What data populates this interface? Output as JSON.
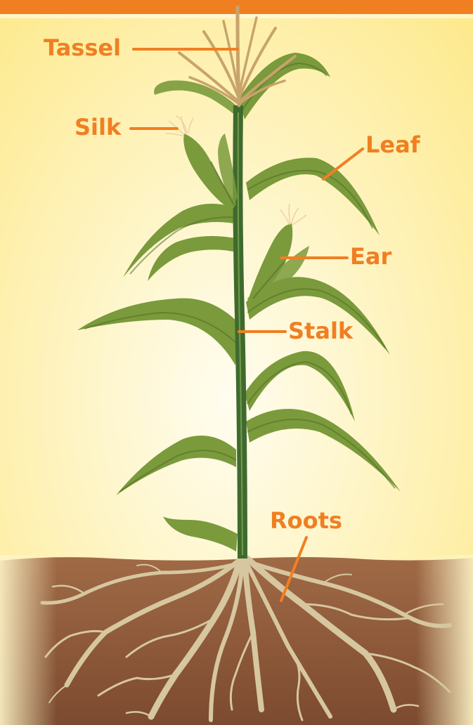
{
  "colors": {
    "accent": "#f07f22",
    "background_center": "#fffdf0",
    "background_edge": "#fde98a",
    "leaf": "#7a9a3c",
    "leaf_dark": "#4f6e22",
    "stalk": "#3f6a2e",
    "soil": "#a06a46",
    "soil_dark": "#7c4a2f",
    "root": "#d6c7a0",
    "tassel": "#c8a36a",
    "silk": "#f2cfa6"
  },
  "labels": {
    "tassel": "Tassel",
    "silk": "Silk",
    "leaf": "Leaf",
    "ear": "Ear",
    "stalk": "Stalk",
    "roots": "Roots"
  }
}
